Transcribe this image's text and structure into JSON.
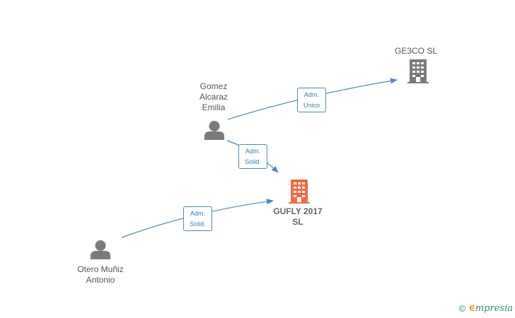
{
  "colors": {
    "edge": "#4a86c8",
    "person_icon": "#7a7a7a",
    "company_icon": "#7a7a7a",
    "focus_company_icon": "#f26a3d"
  },
  "nodes": {
    "gomez": {
      "label": "Gomez\nAlcaraz\nEmilia",
      "icon": "person-icon"
    },
    "otero": {
      "label": "Otero Muñiz\nAntonio",
      "icon": "person-icon"
    },
    "gesco": {
      "label": "GE3CO  SL",
      "icon": "building-icon"
    },
    "gufly": {
      "label": "GUFLY 2017\nSL",
      "icon": "building-icon"
    }
  },
  "edges": {
    "gomez_gesco": {
      "label": "Adm.\nUnico"
    },
    "gomez_gufly": {
      "label": "Adm.\nSolid."
    },
    "otero_gufly": {
      "label": "Adm.\nSolid."
    }
  },
  "watermark": {
    "copyright_symbol": "©",
    "brand_initial": "∈",
    "brand_rest": "mpresia"
  }
}
